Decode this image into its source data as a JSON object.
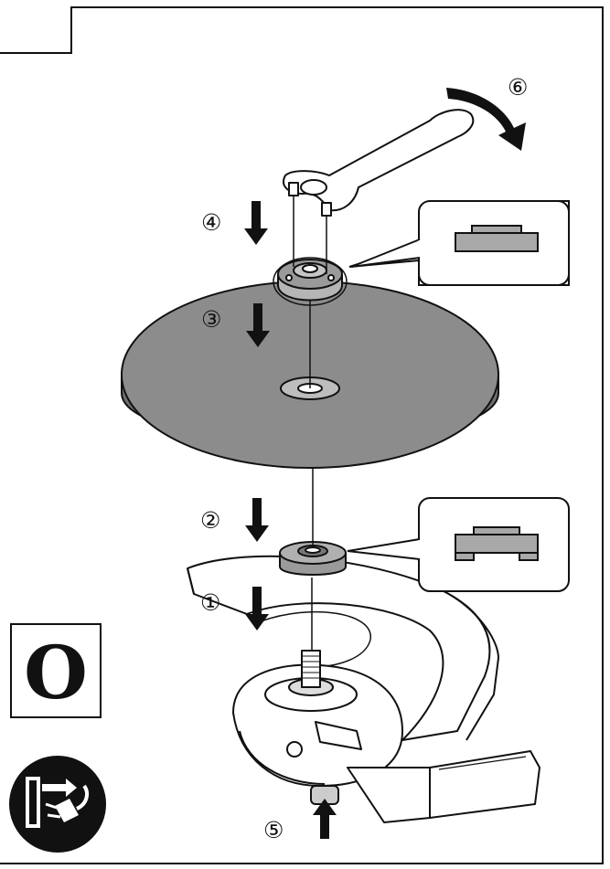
{
  "diagram": {
    "step_labels": [
      "①",
      "②",
      "③",
      "④",
      "⑤",
      "⑥"
    ],
    "mode_letter": "O",
    "icons": {
      "unplug": "unplug-power-icon",
      "wrench": "pin-spanner-icon"
    },
    "colors": {
      "line": "#111111",
      "disc_fill": "#8c8c8c",
      "part_fill": "#9a9a9a",
      "background": "#ffffff"
    }
  }
}
